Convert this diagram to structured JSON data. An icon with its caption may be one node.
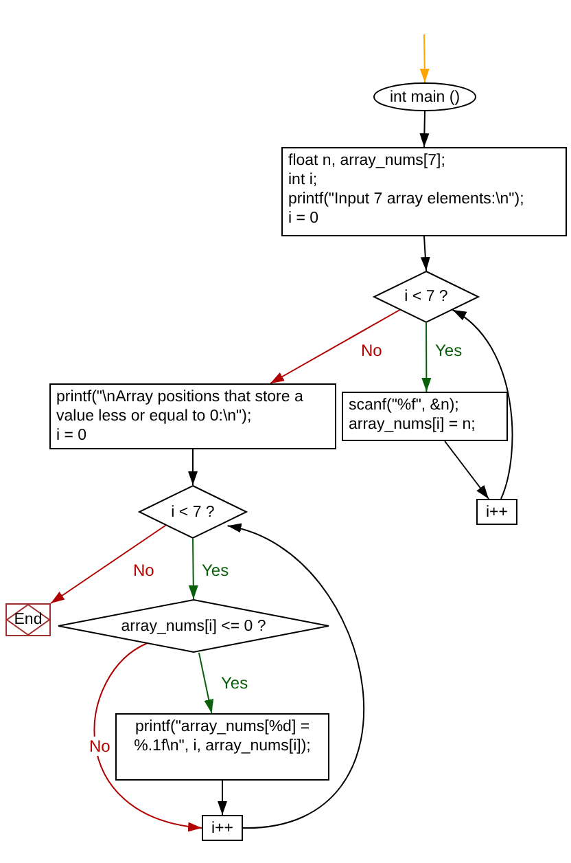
{
  "diagram": {
    "nodes": [
      {
        "text": [
          "int main ()"
        ]
      },
      {
        "text": [
          "float n, array_nums[7];",
          "int i;",
          "printf(\"Input 7 array elements:\\n\");",
          "i = 0"
        ]
      },
      {
        "text": [
          "i < 7 ?"
        ]
      },
      {
        "text": [
          "printf(\"\\nArray positions that store a value less or equal to 0:\\n\");",
          "i = 0"
        ]
      },
      {
        "text": [
          "scanf(\"%f\", &n);",
          "array_nums[i] = n;"
        ]
      },
      {
        "text": [
          "i++"
        ]
      },
      {
        "text": [
          "i < 7 ?"
        ]
      },
      {
        "text": [
          "End"
        ]
      },
      {
        "text": [
          "array_nums[i] <= 0 ?"
        ]
      },
      {
        "text": [
          "printf(\"array_nums[%d] = %.1f\\n\", i, array_nums[i]);"
        ]
      },
      {
        "text": [
          "i++"
        ]
      }
    ],
    "edges": [
      {
        "from": null,
        "to": 0,
        "arrow": "to",
        "color": "#ffa500"
      },
      {
        "from": 0,
        "to": 1,
        "arrow": "to"
      },
      {
        "from": 1,
        "to": 2,
        "arrow": "to"
      },
      {
        "from": 2,
        "to": 3,
        "arrow": "to",
        "label": "No",
        "color": "#b00000"
      },
      {
        "from": 2,
        "to": 4,
        "arrow": "to",
        "label": "Yes",
        "color": "#0a5f0a"
      },
      {
        "from": 4,
        "to": 5,
        "arrow": "to"
      },
      {
        "from": 5,
        "to": 2,
        "arrow": "to"
      },
      {
        "from": 3,
        "to": 6,
        "arrow": "to"
      },
      {
        "from": 6,
        "to": 7,
        "arrow": "to",
        "label": "No",
        "color": "#b00000"
      },
      {
        "from": 6,
        "to": 8,
        "arrow": "to",
        "label": "Yes",
        "color": "#0a5f0a"
      },
      {
        "from": 8,
        "to": 9,
        "arrow": "to",
        "label": "Yes",
        "color": "#0a5f0a"
      },
      {
        "from": 8,
        "to": 10,
        "arrow": "to",
        "label": "No",
        "color": "#b00000"
      },
      {
        "from": 9,
        "to": 10,
        "arrow": "to"
      },
      {
        "from": 10,
        "to": 6,
        "arrow": "to"
      }
    ]
  }
}
